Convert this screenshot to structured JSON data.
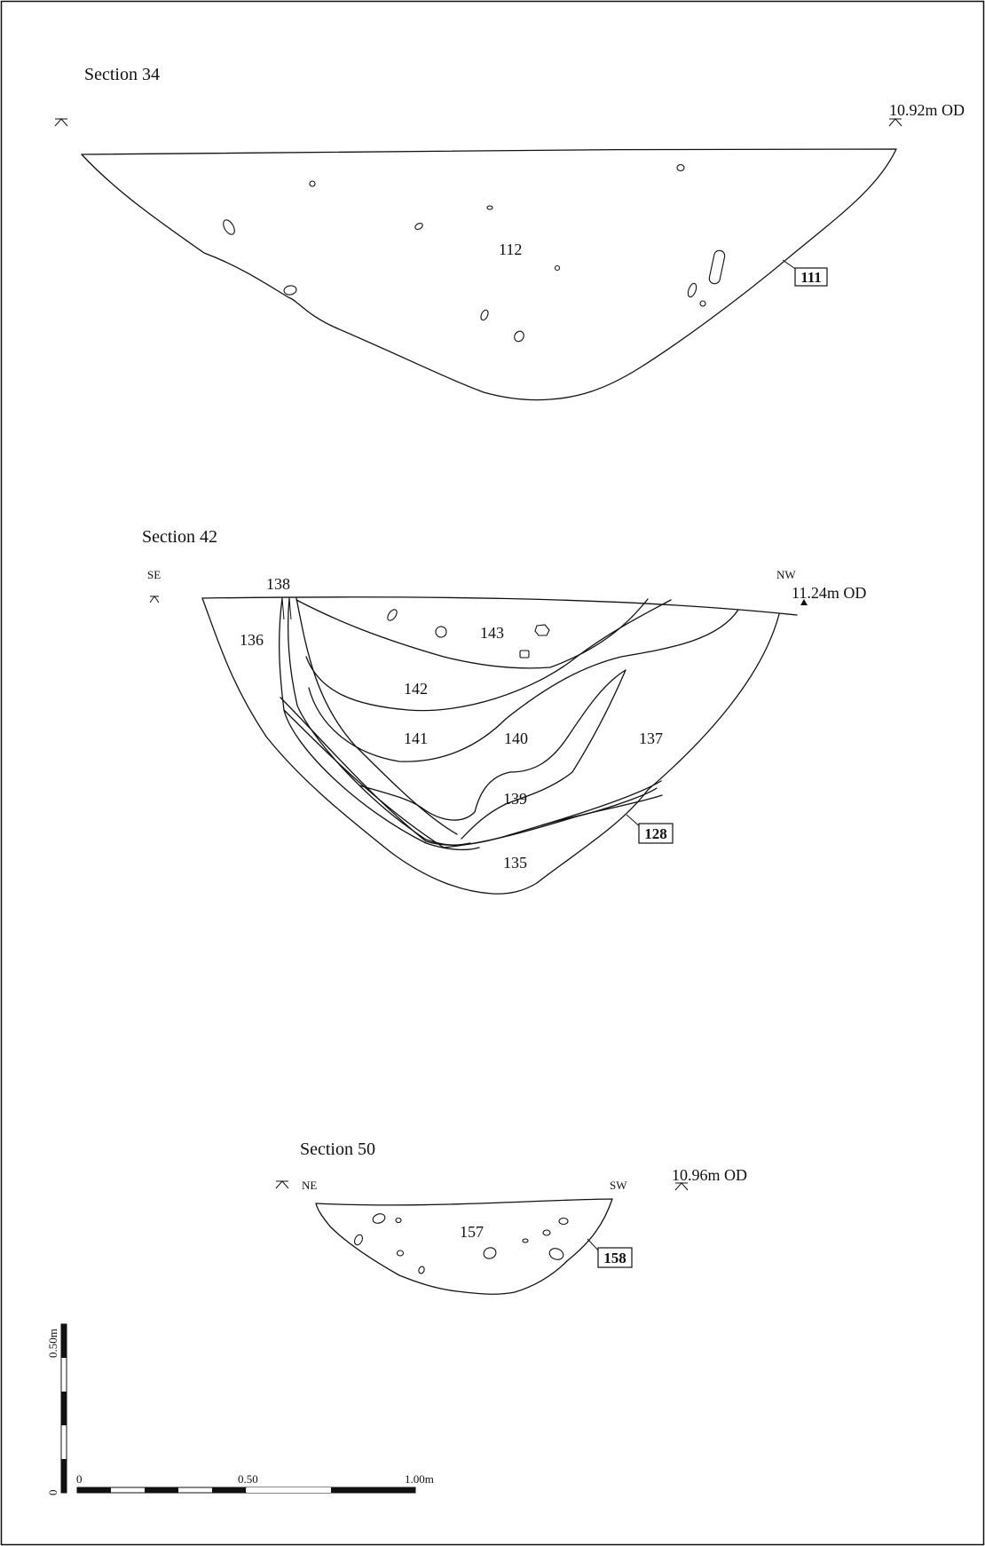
{
  "sections": {
    "s34": {
      "title": "Section 34",
      "level": "10.92m OD",
      "fill": "112",
      "cut": "111"
    },
    "s42": {
      "title": "Section 42",
      "left_dir": "SE",
      "right_dir": "NW",
      "level": "11.24m OD",
      "layers": [
        "138",
        "136",
        "143",
        "142",
        "141",
        "140",
        "137",
        "139",
        "135"
      ],
      "cut": "128"
    },
    "s50": {
      "title": "Section 50",
      "left_dir": "NE",
      "right_dir": "SW",
      "level": "10.96m OD",
      "fill": "157",
      "cut": "158"
    }
  },
  "scale": {
    "vertical_label": "0.50m",
    "vertical_zero": "0",
    "h_zero": "0",
    "h_mid": "0.50",
    "h_end": "1.00m"
  },
  "colors": {
    "ink": "#111111",
    "paper": "#ffffff"
  }
}
